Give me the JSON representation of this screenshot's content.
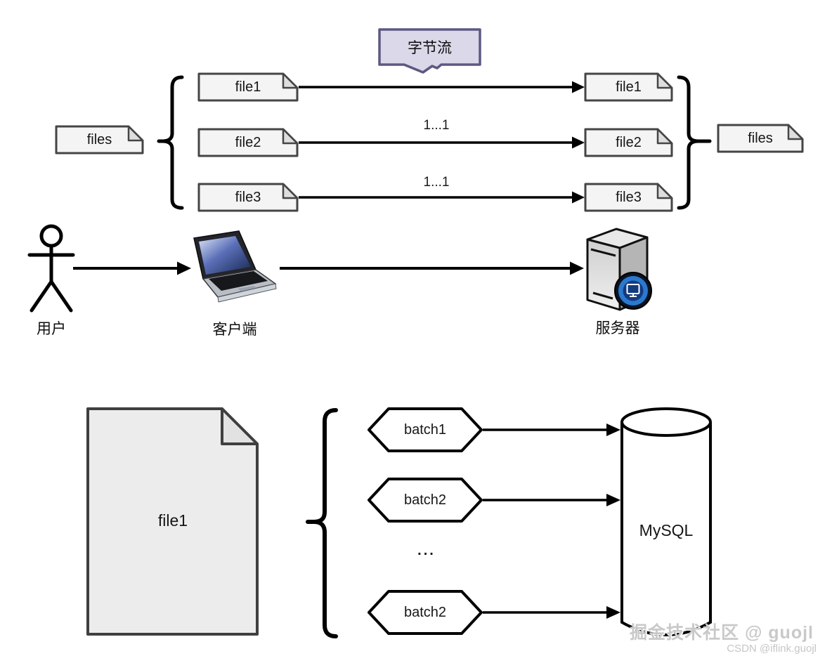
{
  "diagram": {
    "callout": {
      "label": "字节流"
    },
    "top": {
      "left_group_label": "files",
      "right_group_label": "files",
      "rows": [
        {
          "left": "file1",
          "right": "file1"
        },
        {
          "left": "file2",
          "right": "file2",
          "arrow_label": "1...1"
        },
        {
          "left": "file3",
          "right": "file3",
          "arrow_label": "1...1"
        }
      ]
    },
    "middle": {
      "user_label": "用户",
      "client_label": "客户端",
      "server_label": "服务器"
    },
    "bottom": {
      "file_label": "file1",
      "batches": [
        "batch1",
        "batch2",
        "batch2"
      ],
      "ellipsis": "...",
      "db_label": "MySQL"
    },
    "watermarks": {
      "juejin": "掘金技术社区 @ guojl",
      "csdn": "CSDN @iflink.guojl"
    },
    "colors": {
      "note_fill": "#f4f4f4",
      "note_border": "#454545",
      "note_fold": "#dedede",
      "callout_fill": "#dad8e9",
      "callout_border": "#5c5880",
      "shape_fill": "#ffffff",
      "line_color": "#000000",
      "doc_fill": "#ececec",
      "watermark_color": "#c9c9c9"
    }
  }
}
